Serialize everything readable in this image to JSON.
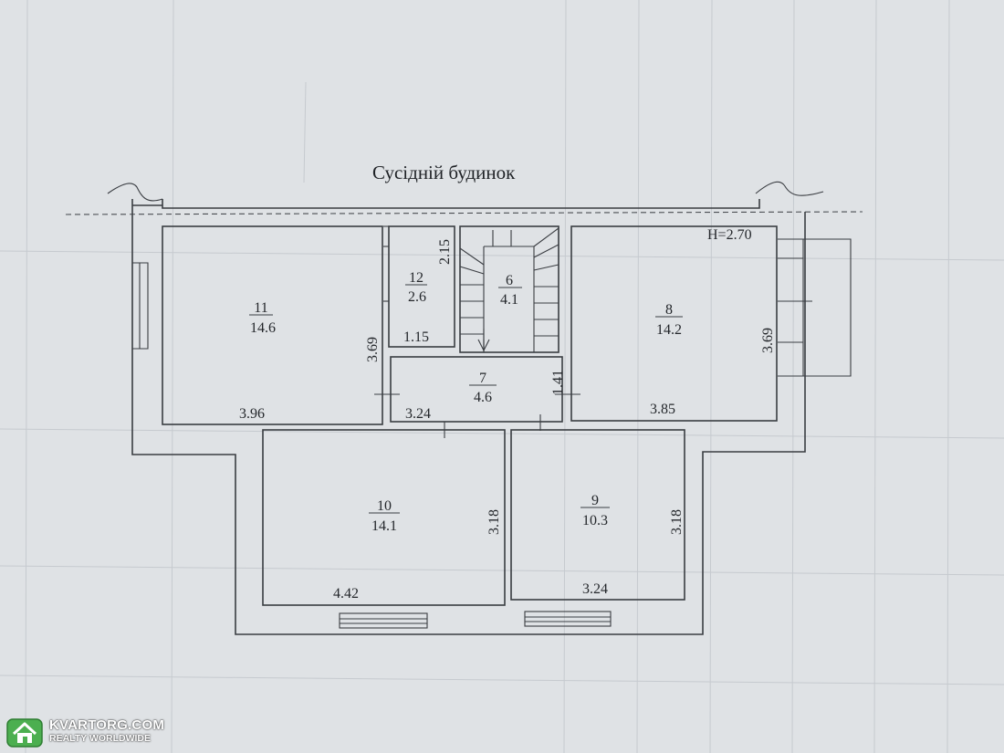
{
  "plan": {
    "title": "Сусідній будинок",
    "height_label": "H=2.70",
    "rooms": [
      {
        "id": "room-11",
        "number": "11",
        "area": "14.6"
      },
      {
        "id": "room-12",
        "number": "12",
        "area": "2.6"
      },
      {
        "id": "room-6",
        "number": "6",
        "area": "4.1"
      },
      {
        "id": "room-8",
        "number": "8",
        "area": "14.2"
      },
      {
        "id": "room-7",
        "number": "7",
        "area": "4.6"
      },
      {
        "id": "room-10",
        "number": "10",
        "area": "14.1"
      },
      {
        "id": "room-9",
        "number": "9",
        "area": "10.3"
      }
    ],
    "dimensions": {
      "d_396": "3.96",
      "d_369_left": "3.69",
      "d_215": "2.15",
      "d_115": "1.15",
      "d_324_top": "3.24",
      "d_141": "1.41",
      "d_385": "3.85",
      "d_369_right": "3.69",
      "d_318_left": "3.18",
      "d_318_right": "3.18",
      "d_442": "4.42",
      "d_324_bottom": "3.24"
    }
  },
  "watermark": {
    "brand": "KVARTORG.COM",
    "tagline": "REALTY WORLDWIDE",
    "accent": "#4caf50"
  }
}
